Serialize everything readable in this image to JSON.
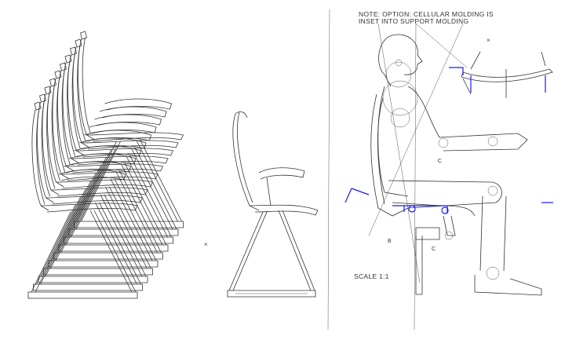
{
  "drawing": {
    "note_line1": "NOTE: OPTION: CELLULAR MOLDING IS",
    "note_line2": "INSET INTO SUPPORT MOLDING",
    "scale_label": "SCALE 1:1",
    "section_marks": [
      "B",
      "C",
      "C"
    ],
    "stack_count": 10,
    "colors": {
      "line": "#333333",
      "highlight": "#1a1aff"
    }
  }
}
